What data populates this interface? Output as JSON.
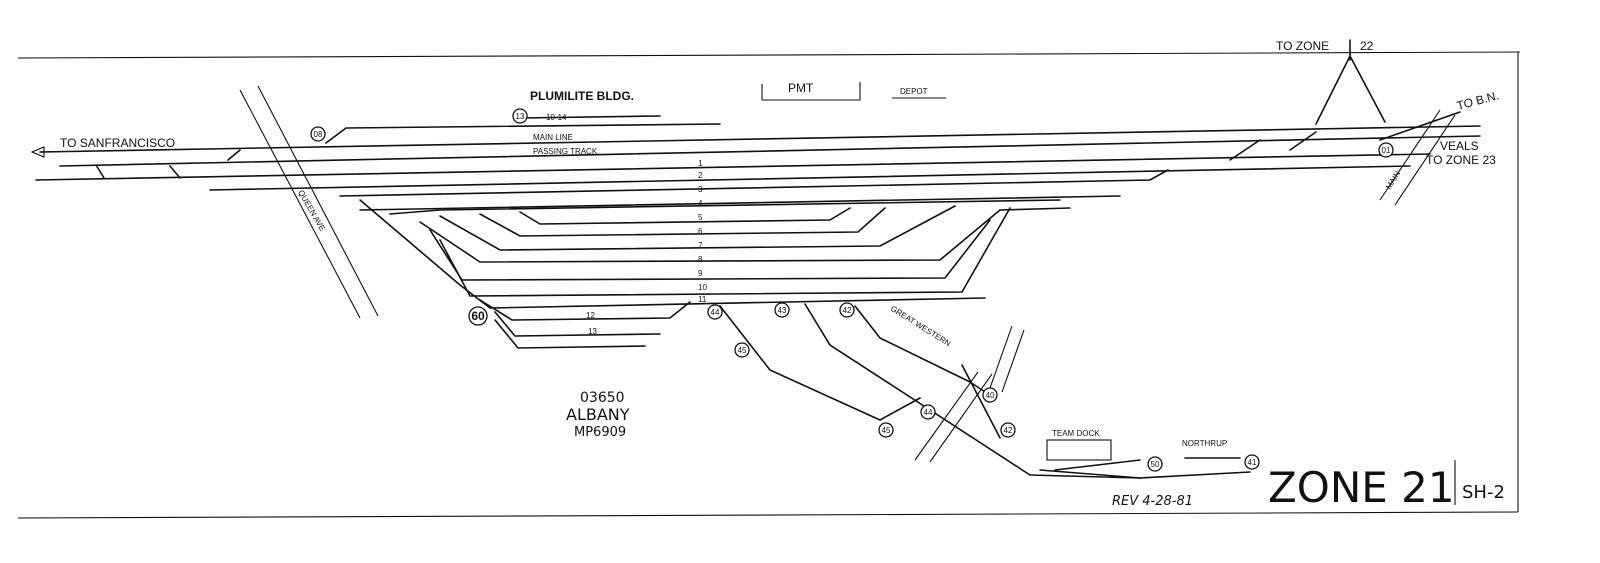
{
  "labels": {
    "to_zone_22": "TO ZONE",
    "zone_22_num": "22",
    "to_bn": "TO B.N.",
    "veals": "VEALS",
    "to_zone_23": "TO ZONE 23",
    "main": "MAIN",
    "to_san_francisco": "TO SANFRANCISCO",
    "plumilite": "PLUMILITE BLDG.",
    "pmt": "PMT",
    "depot": "DEPOT",
    "main_line": "MAIN LINE",
    "passing_track": "PASSING TRACK",
    "queen_ave": "QUEEN AVE",
    "great_western": "GREAT WESTERN",
    "team_dock": "TEAM DOCK",
    "northrup": "NORTHRUP",
    "station_code": "03650",
    "station_name": "ALBANY",
    "milepost": "MP6909",
    "rev": "REV 4-28-81",
    "zone": "ZONE 21",
    "sheet": "SH-2",
    "track_1014": "10-14",
    "track_12": "12",
    "track_13": "13"
  },
  "track_numbers": [
    "1",
    "2",
    "3",
    "4",
    "5",
    "6",
    "7",
    "8",
    "9",
    "10",
    "11"
  ],
  "circle_markers": {
    "c13": "13",
    "c08": "08",
    "c01": "01",
    "c60": "60",
    "c44a": "44",
    "c43": "43",
    "c42a": "42",
    "c45a": "45",
    "c40": "40",
    "c44b": "44",
    "c45b": "45",
    "c42b": "42",
    "c50": "50",
    "c41": "41"
  }
}
